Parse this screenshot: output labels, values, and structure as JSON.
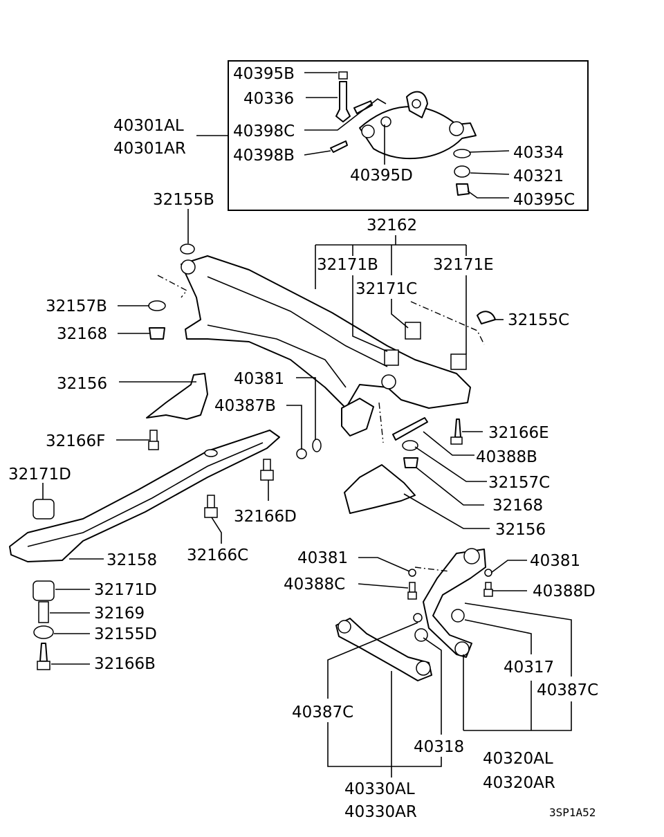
{
  "labels": {
    "p40395B": "40395B",
    "p40336": "40336",
    "p40301AL": "40301AL",
    "p40301AR": "40301AR",
    "p40398C": "40398C",
    "p40398B": "40398B",
    "p40395D": "40395D",
    "p40334": "40334",
    "p40321": "40321",
    "p40395C": "40395C",
    "p32155B": "32155B",
    "p32162": "32162",
    "p32171B": "32171B",
    "p32171E": "32171E",
    "p32171C": "32171C",
    "p32157B": "32157B",
    "p32155C": "32155C",
    "p32168a": "32168",
    "p40381a": "40381",
    "p32156a": "32156",
    "p40387B": "40387B",
    "p32166E": "32166E",
    "p32166F": "32166F",
    "p40388B": "40388B",
    "p32171Da": "32171D",
    "p32157C": "32157C",
    "p32168b": "32168",
    "p32166D": "32166D",
    "p32156b": "32156",
    "p32158": "32158",
    "p32166C": "32166C",
    "p40381b": "40381",
    "p40381c": "40381",
    "p40388C": "40388C",
    "p40388D": "40388D",
    "p32171Db": "32171D",
    "p32169": "32169",
    "p32155D": "32155D",
    "p32166B": "32166B",
    "p40317": "40317",
    "p40387Ca": "40387C",
    "p40387Cb": "40387C",
    "p40318": "40318",
    "p40320AL": "40320AL",
    "p40320AR": "40320AR",
    "p40330AL": "40330AL",
    "p40330AR": "40330AR"
  },
  "drawing_code": "3SP1A52"
}
